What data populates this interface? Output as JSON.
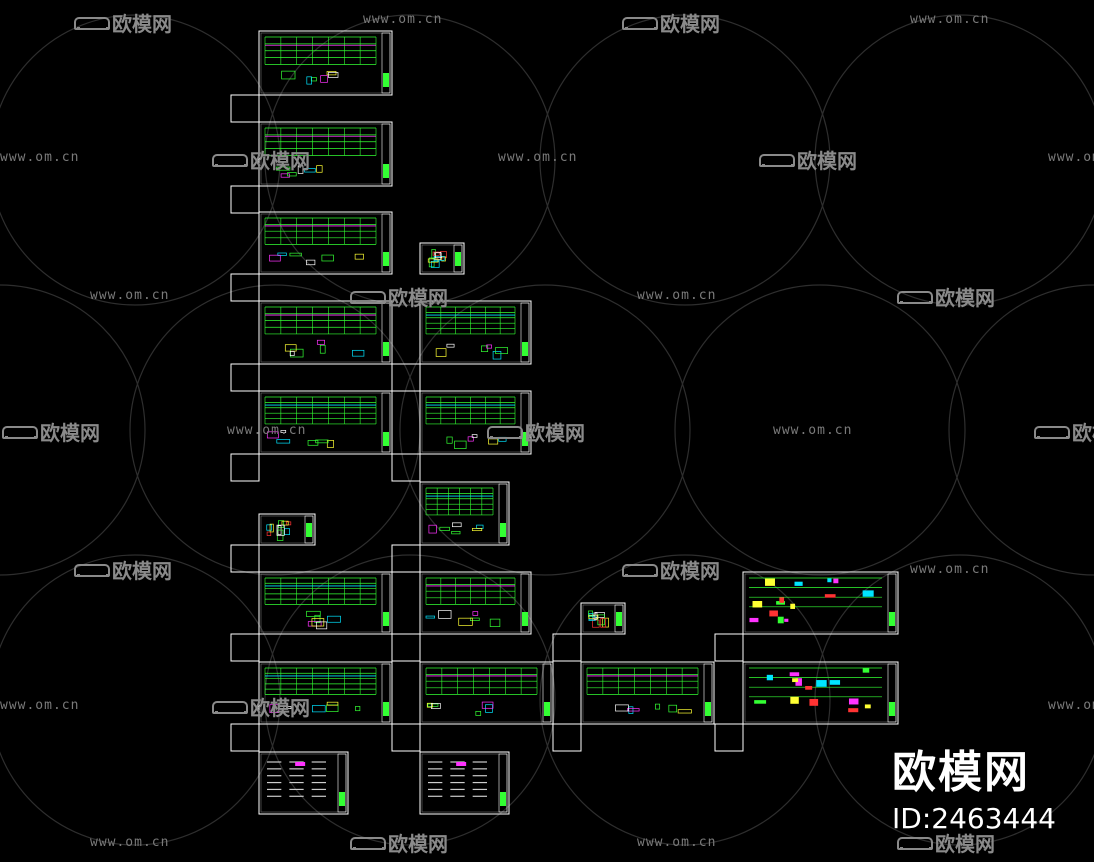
{
  "watermark": {
    "url_text": "www.om.cn",
    "logo_text": "欧模网"
  },
  "brand": {
    "name": "欧模网",
    "id_text": "ID:2463444"
  },
  "colors": {
    "background": "#000000",
    "frame": "#ffffff",
    "grid": "#33ff33",
    "accent_cyan": "#00e5ff",
    "accent_magenta": "#ff33ff",
    "accent_red": "#ff3333",
    "accent_yellow": "#ffff33",
    "watermark": "#7a7a7a"
  }
}
